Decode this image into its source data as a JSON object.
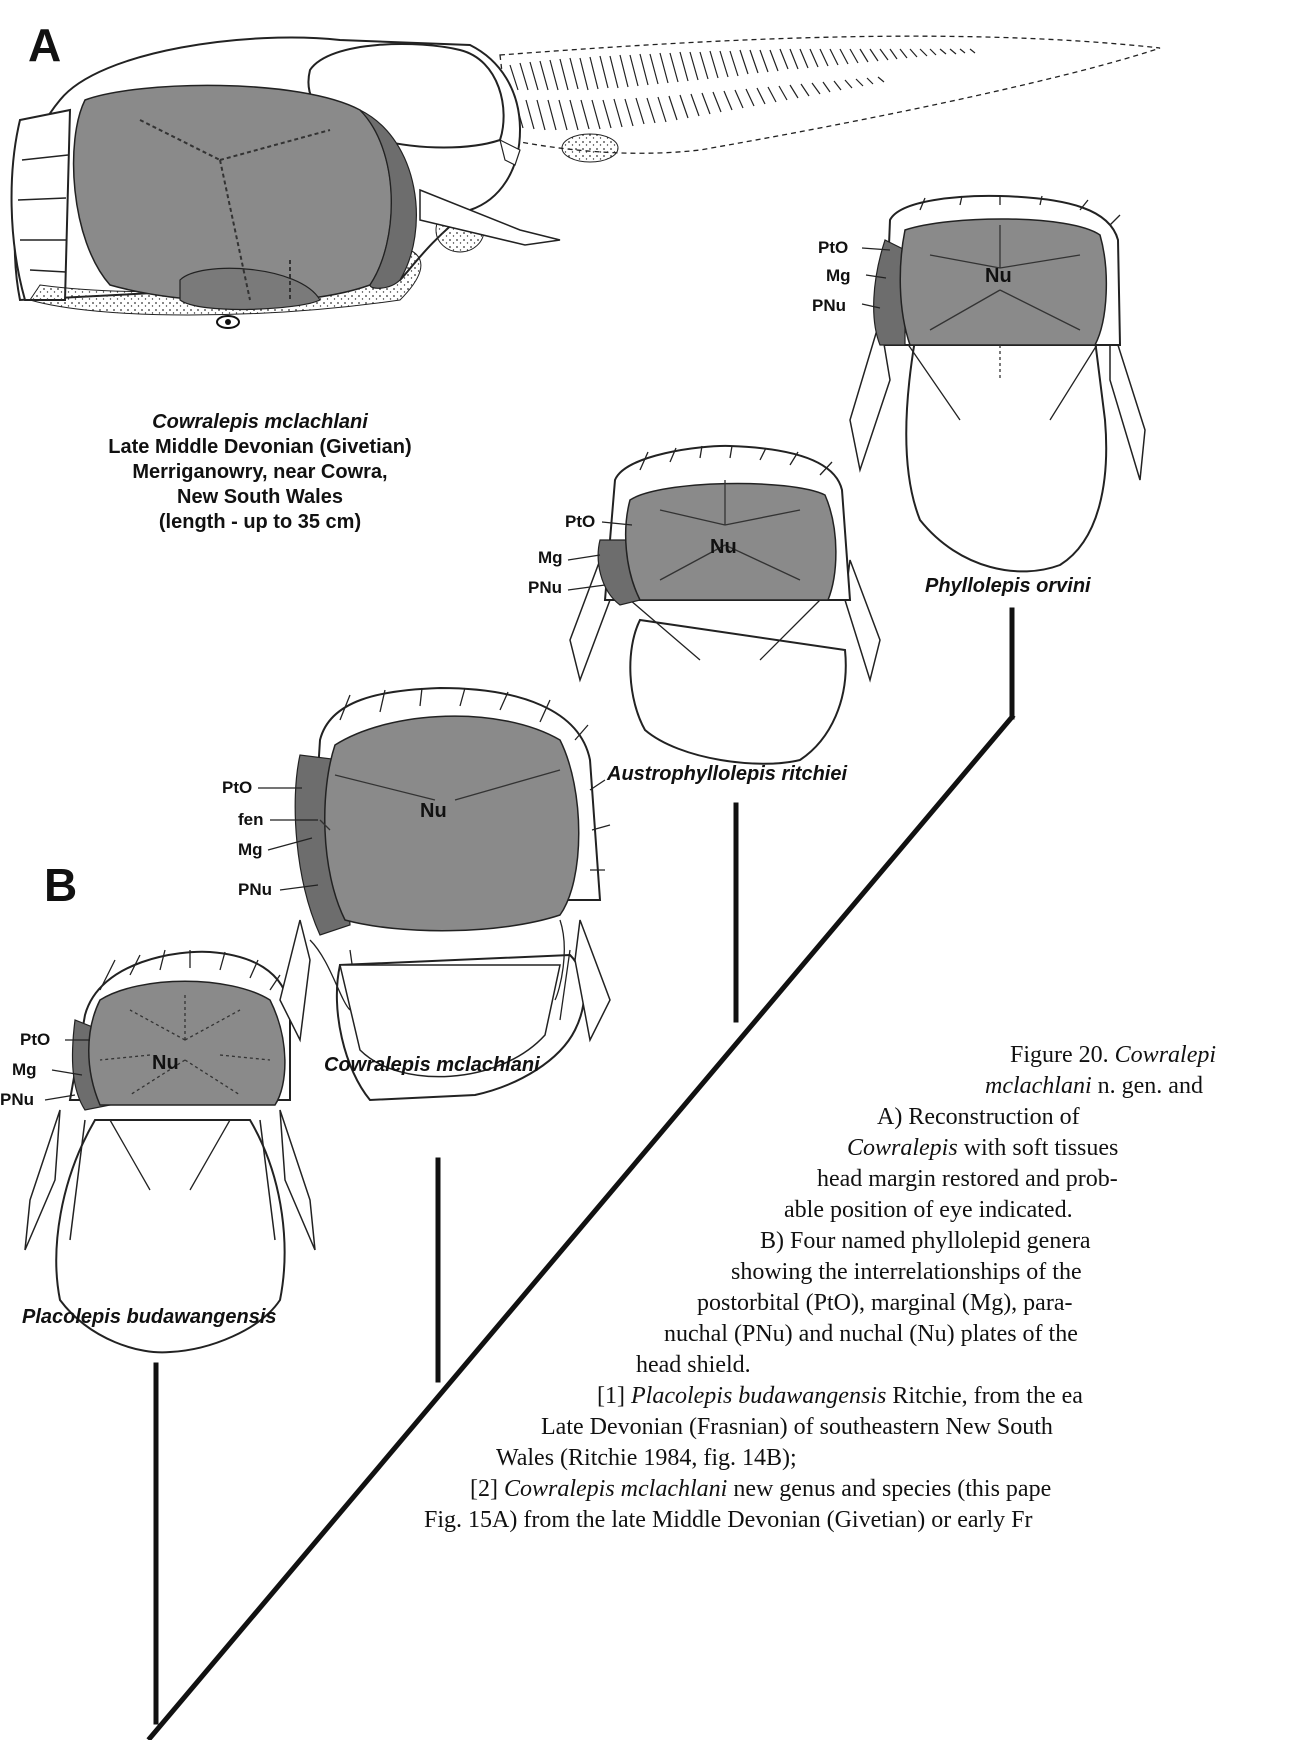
{
  "panels": {
    "a": "A",
    "b": "B"
  },
  "reconstruction": {
    "species": "Cowralepis mclachlani",
    "lines": [
      "Late Middle Devonian (Givetian)",
      "Merriganowry, near Cowra,",
      "New South Wales",
      "(length - up to 35 cm)"
    ]
  },
  "specimens": {
    "phyllolepis": {
      "name": "Phyllolepis orvini",
      "labels": {
        "pto": "PtO",
        "mg": "Mg",
        "pnu": "PNu",
        "nu": "Nu"
      }
    },
    "austrophyllolepis": {
      "name": "Austrophyllolepis ritchiei",
      "labels": {
        "pto": "PtO",
        "mg": "Mg",
        "pnu": "PNu",
        "nu": "Nu"
      }
    },
    "cowralepis": {
      "name": "Cowralepis mclachlani",
      "labels": {
        "pto": "PtO",
        "fen": "fen",
        "mg": "Mg",
        "pnu": "PNu",
        "nu": "Nu"
      }
    },
    "placolepis": {
      "name": "Placolepis budawangensis",
      "labels": {
        "pto": "PtO",
        "mg": "Mg",
        "pnu": "PNu",
        "nu": "Nu"
      }
    }
  },
  "caption": {
    "lines": [
      {
        "text": "Figure 20. ",
        "it": "Cowralepi"
      },
      {
        "it": "mclachlani",
        "text": " n. gen. and"
      },
      {
        "text": "A) Reconstruction of"
      },
      {
        "it": "Cowralepis",
        "text": " with soft tissues"
      },
      {
        "text": "head margin restored and prob-"
      },
      {
        "text": "able position of eye indicated."
      },
      {
        "text": "B) Four named phyllolepid genera"
      },
      {
        "text": "showing the interrelationships of the"
      },
      {
        "text": "postorbital (PtO), marginal (Mg), para-"
      },
      {
        "text": "nuchal (PNu) and nuchal (Nu) plates of the"
      },
      {
        "text": "head shield."
      },
      {
        "text": "[1] ",
        "it": "Placolepis budawangensis",
        "text2": " Ritchie, from the ea"
      },
      {
        "text": "Late Devonian (Frasnian) of southeastern New South"
      },
      {
        "text": "Wales (Ritchie 1984, fig. 14B);"
      },
      {
        "text": "[2] ",
        "it": "Cowralepis mclachlani",
        "text2": " new genus and species (this pape"
      },
      {
        "text": "Fig. 15A) from the late Middle Devonian (Givetian) or early Fr"
      }
    ]
  }
}
